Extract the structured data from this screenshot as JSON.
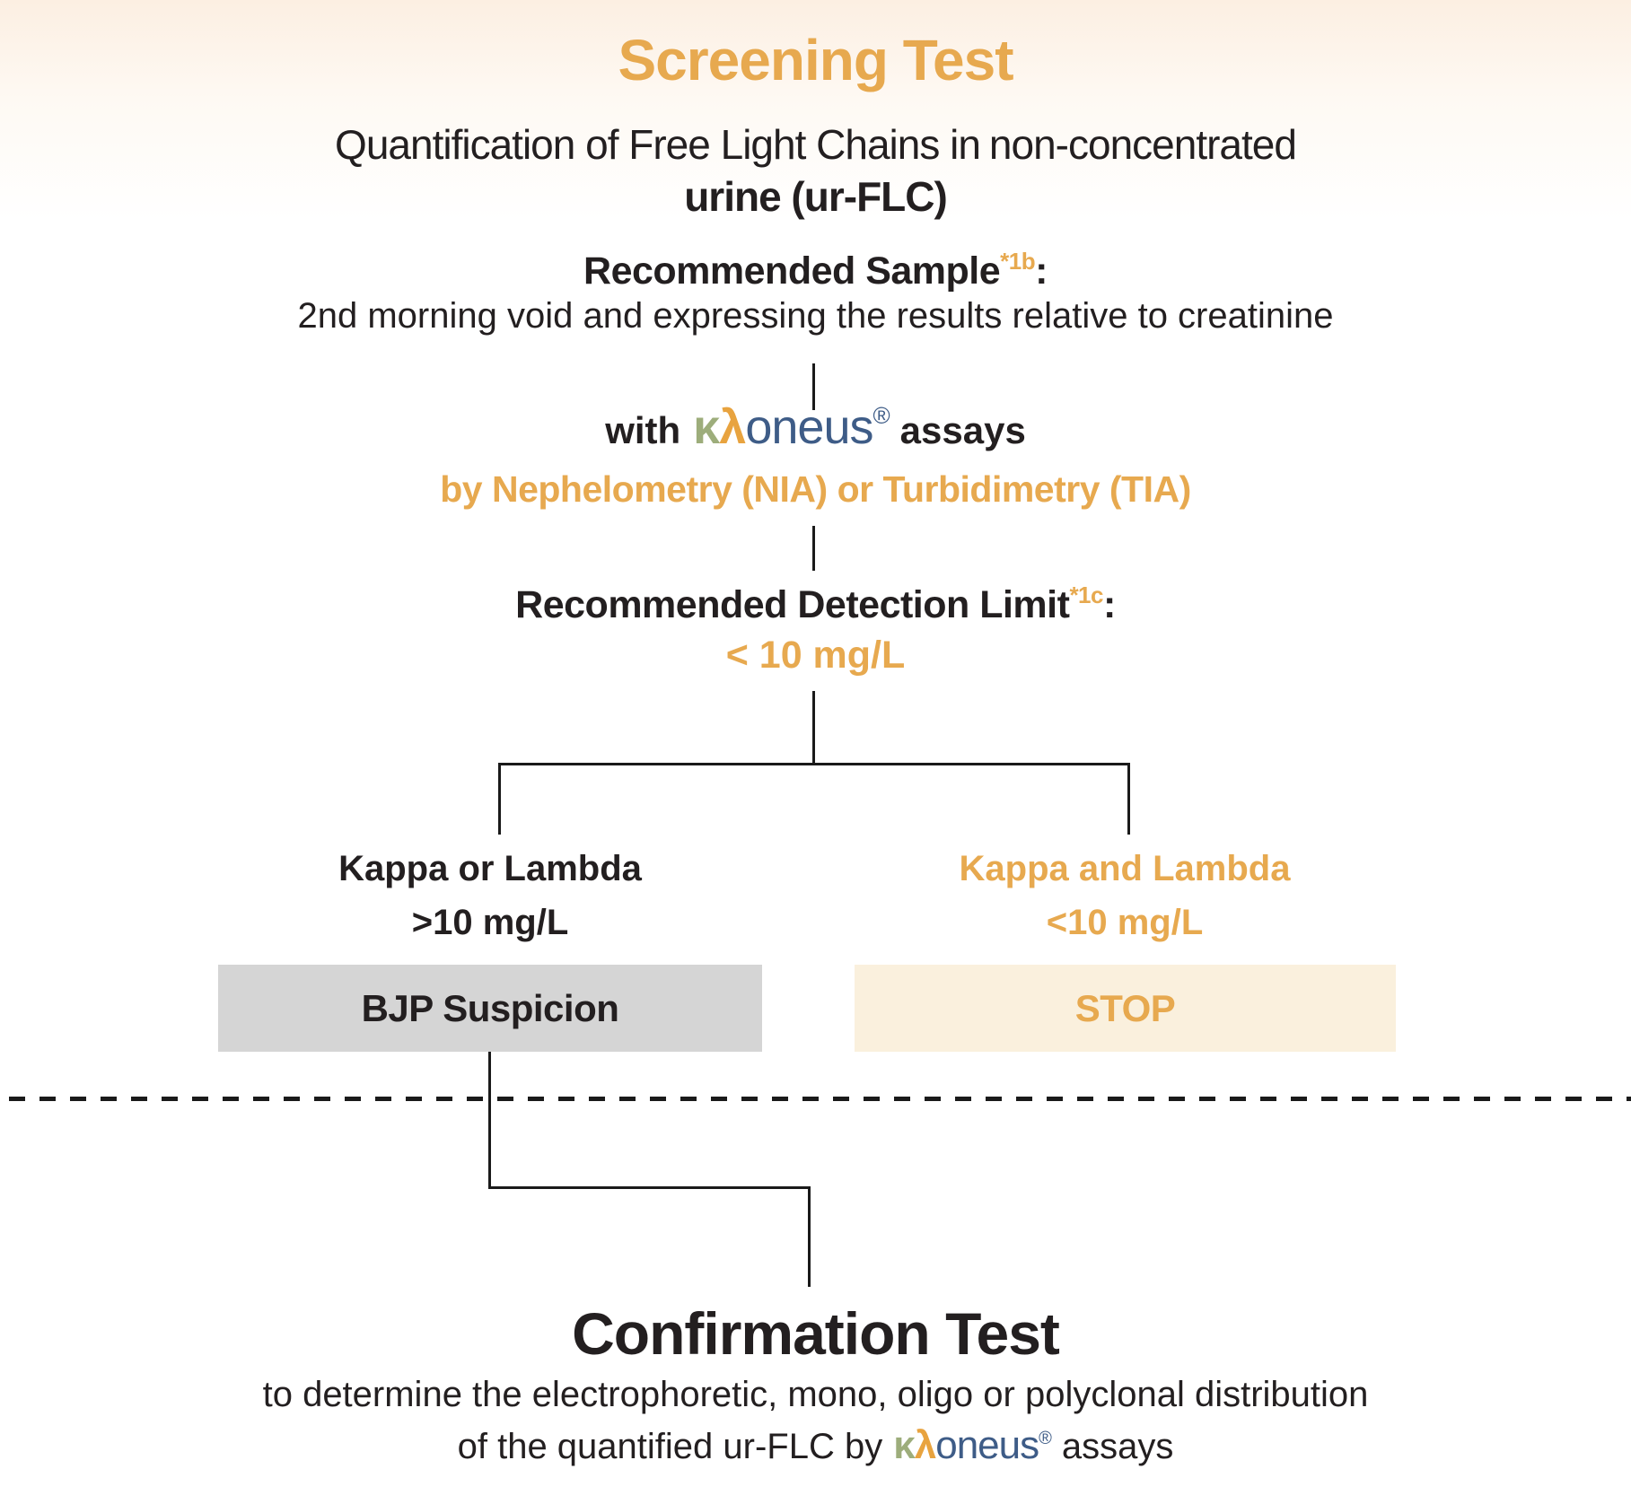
{
  "colors": {
    "gold_accent": "#E7A94F",
    "logo_kappa_green": "#9DAD7B",
    "logo_lambda_gold": "#E8A33F",
    "logo_blue": "#3E5C87",
    "text_black": "#231F20",
    "bjp_box_bg": "#D5D5D5",
    "stop_box_bg": "#FAF0DD",
    "top_gradient": "#FCEFE2",
    "line_black": "#1A1A1A"
  },
  "brand": {
    "kappa": "κ",
    "lambda": "λ",
    "rest": "oneus",
    "reg": "®"
  },
  "screening": {
    "title": "Screening Test",
    "subtitle_bold": "Quantification of Free Light Chains in",
    "subtitle_regular": "non-concentrated",
    "subtitle_line2": "urine (ur-FLC)",
    "sample_label": "Recommended Sample",
    "sample_sup": "*1b",
    "colon": ":",
    "sample_detail": "2nd morning void and expressing the results relative to creatinine",
    "with_label": "with",
    "assays_label": "assays",
    "method_line": "by Nephelometry (NIA) or Turbidimetry (TIA)",
    "detection_label": "Recommended Detection Limit",
    "detection_sup": "*1c",
    "detection_value": "< 10 mg/L"
  },
  "branches": {
    "left": {
      "criterion_line1": "Kappa or Lambda",
      "criterion_line2": ">10 mg/L",
      "result": "BJP Suspicion"
    },
    "right": {
      "criterion_line1": "Kappa and Lambda",
      "criterion_line2": "<10 mg/L",
      "result": "STOP"
    }
  },
  "confirmation": {
    "title": "Confirmation Test",
    "description_line1": "to determine the electrophoretic, mono, oligo or polyclonal distribution",
    "description_line2_prefix": "of the quantified ur-FLC by",
    "description_line2_suffix": "assays"
  }
}
